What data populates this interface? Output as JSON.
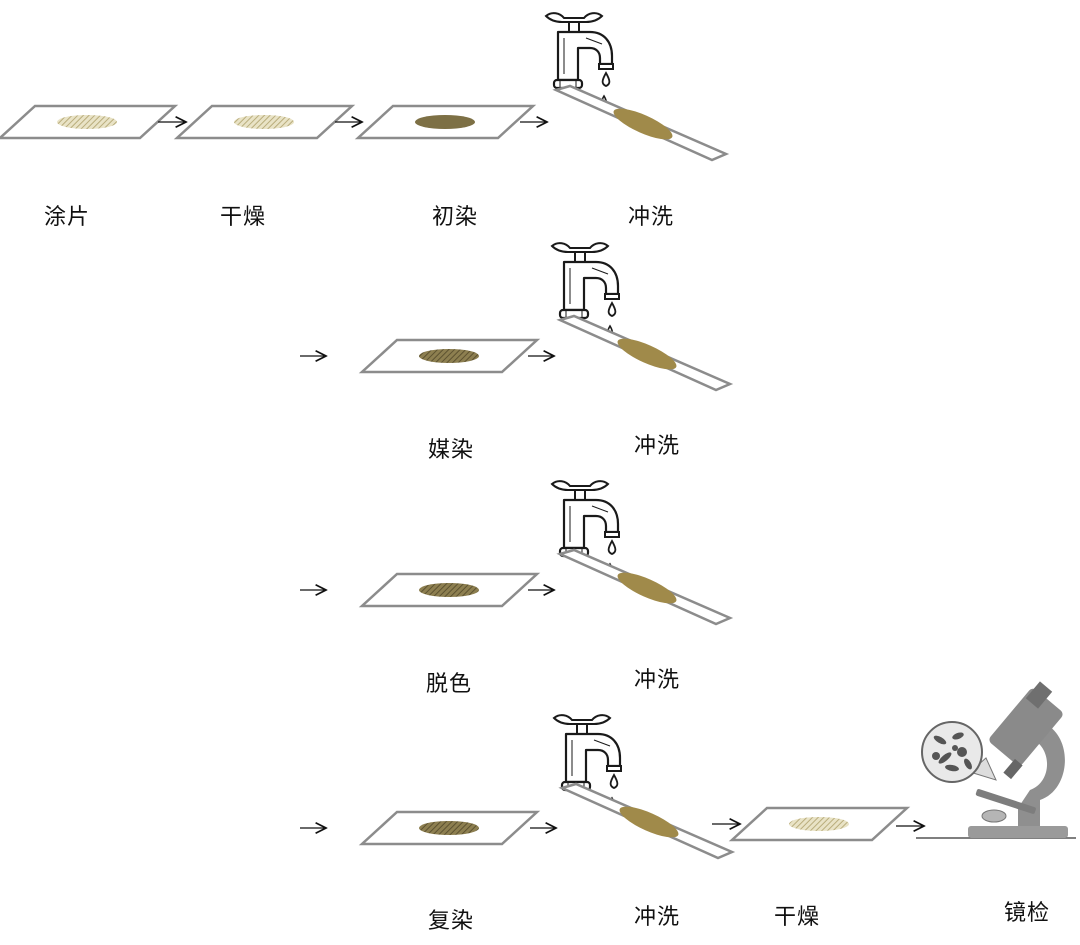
{
  "rows": [
    {
      "steps": [
        "涂片",
        "干燥",
        "初染",
        "冲洗"
      ]
    },
    {
      "steps": [
        "媒染",
        "冲洗"
      ]
    },
    {
      "steps": [
        "脱色",
        "冲洗"
      ]
    },
    {
      "steps": [
        "复染",
        "冲洗",
        "干燥",
        "镜检"
      ]
    }
  ],
  "colors": {
    "slide_edge": "#8c8c8c",
    "smear_light": "#cfc69a",
    "smear_dark": "#7d7045",
    "smear_stained": "#a08a4a",
    "tap_outline": "#1a1a1a",
    "microscope": "#8a8a8a"
  }
}
